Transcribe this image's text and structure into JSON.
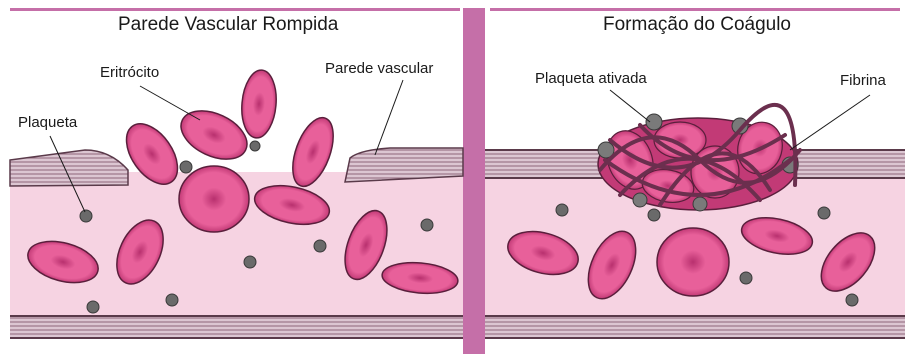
{
  "left_panel": {
    "title": "Parede Vascular Rompida",
    "labels": {
      "erythrocyte": "Eritrócito",
      "platelet": "Plaqueta",
      "vascular_wall": "Parede vascular"
    }
  },
  "right_panel": {
    "title": "Formação do Coágulo",
    "labels": {
      "activated_platelet": "Plaqueta ativada",
      "fibrin": "Fibrina"
    }
  },
  "colors": {
    "lumen": "#f6d3e2",
    "outside": "#ffffff",
    "wall": "#c8b3c0",
    "wall_line": "#5a3a4a",
    "erythrocyte": "#e8609a",
    "erythrocyte_dark": "#c23a76",
    "platelet": "#6a6a6a",
    "divider": "#c56fa8",
    "fibrin": "#6b2f4e"
  }
}
